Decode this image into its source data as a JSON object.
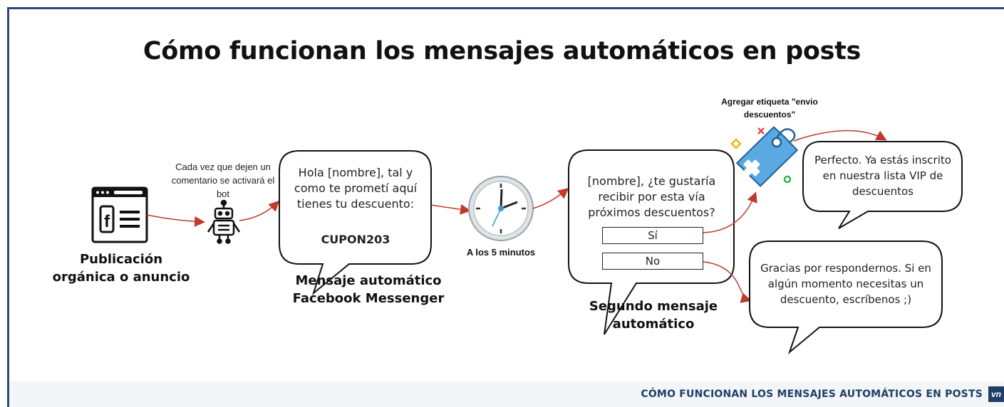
{
  "title": "Cómo funcionan los mensajes automáticos en posts",
  "steps": {
    "post_label": "Publicación orgánica o anuncio",
    "comment_note": "Cada vez que dejen un comentario se activará el bot",
    "first_message": {
      "text": "Hola [nombre], tal y como te prometí aquí tienes tu descuento:",
      "coupon": "CUPON203",
      "label": "Mensaje automático Facebook Messenger"
    },
    "delay_label": "A los 5 minutos",
    "second_message": {
      "text": "[nombre], ¿te gustaría recibir por esta vía próximos descuentos?",
      "option_yes": "Sí",
      "option_no": "No",
      "label": "Segundo mensaje automático"
    },
    "tag_note": "Agregar etiqueta \"envio descuentos\"",
    "reply_yes": "Perfecto. Ya estás inscrito en nuestra lista VIP de descuentos",
    "reply_no": "Gracias por respondernos. Si en algún momento necesitas un descuento, escríbenos ;)"
  },
  "footer": {
    "text": "CÓMO FUNCIONAN LOS MENSAJES AUTOMÁTICOS EN POSTS",
    "logo": "vn"
  },
  "icons": {
    "post": "facebook-post-icon",
    "bot": "robot-icon",
    "clock": "clock-icon",
    "tag": "tag-icon"
  },
  "colors": {
    "arrow": "#c0392b",
    "frame": "#2c4a73",
    "tag_fill": "#3a9ad9",
    "footer_text": "#1f3f66"
  }
}
